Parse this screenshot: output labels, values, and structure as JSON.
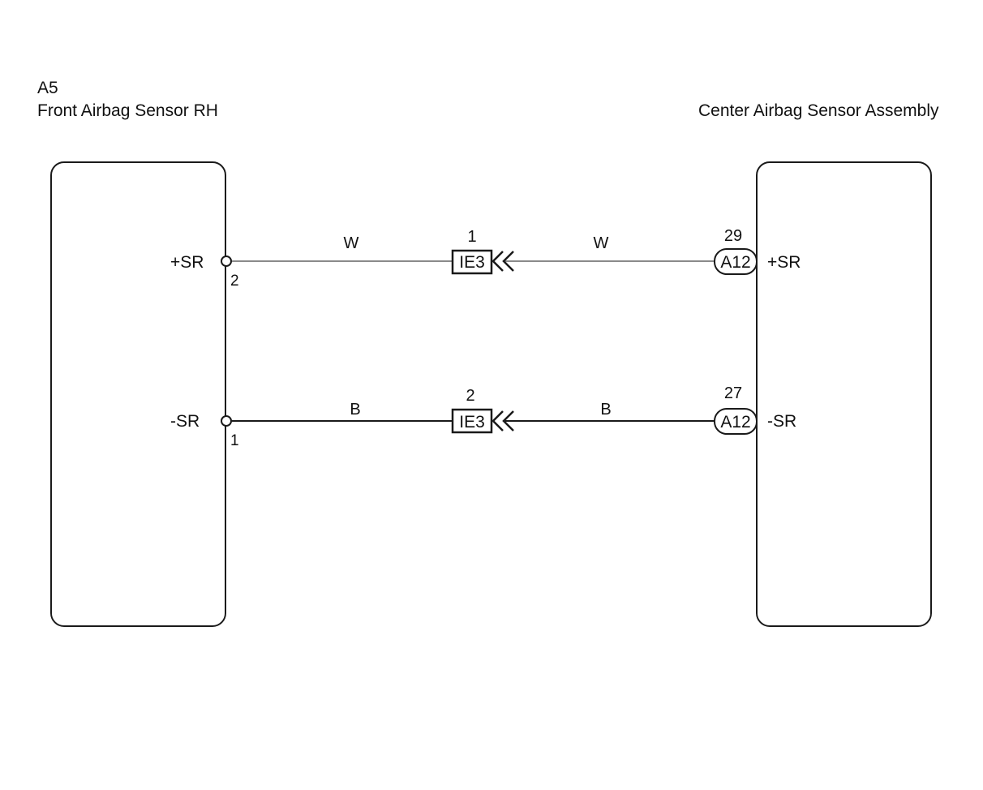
{
  "left_component": {
    "code": "A5",
    "name": "Front Airbag Sensor RH"
  },
  "right_component": {
    "name": "Center Airbag Sensor Assembly"
  },
  "circuits": [
    {
      "left_terminal_label": "+SR",
      "left_pin": "2",
      "wire_color_left": "W",
      "inline_connector": "IE3",
      "inline_pin": "1",
      "wire_color_right": "W",
      "right_connector": "A12",
      "right_pin": "29",
      "right_terminal_label": "+SR"
    },
    {
      "left_terminal_label": "-SR",
      "left_pin": "1",
      "wire_color_left": "B",
      "inline_connector": "IE3",
      "inline_pin": "2",
      "wire_color_right": "B",
      "right_connector": "A12",
      "right_pin": "27",
      "right_terminal_label": "-SR"
    }
  ],
  "colors": {
    "line": "#1a1a1a",
    "wire_white": "#8a8a8a",
    "wire_black": "#1a1a1a"
  }
}
